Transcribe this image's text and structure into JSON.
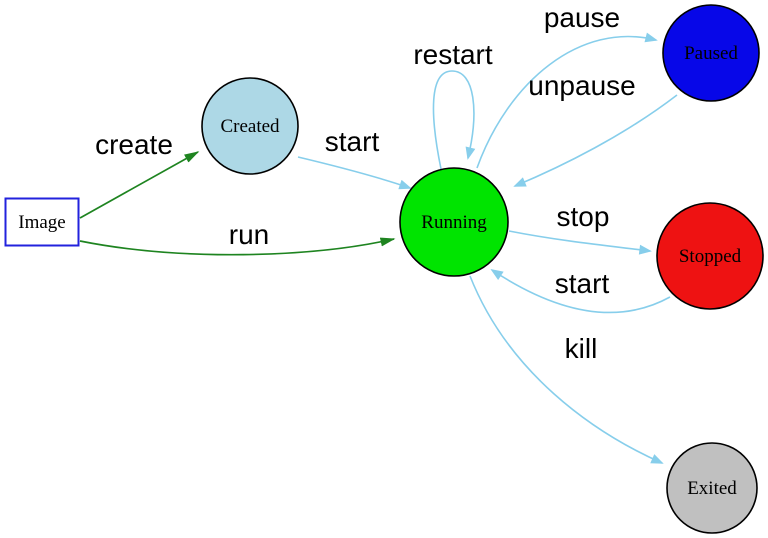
{
  "diagram": {
    "background": "#ffffff",
    "nodes": {
      "image": {
        "label": "Image",
        "shape": "box",
        "fill": "#ffffff",
        "stroke": "#2222dd"
      },
      "created": {
        "label": "Created",
        "shape": "circle",
        "fill": "#add8e6",
        "stroke": "#000000"
      },
      "running": {
        "label": "Running",
        "shape": "circle",
        "fill": "#00e400",
        "stroke": "#000000"
      },
      "paused": {
        "label": "Paused",
        "shape": "circle",
        "fill": "#0707e8",
        "stroke": "#000000"
      },
      "stopped": {
        "label": "Stopped",
        "shape": "circle",
        "fill": "#ee1212",
        "stroke": "#000000"
      },
      "exited": {
        "label": "Exited",
        "shape": "circle",
        "fill": "#c0c0c0",
        "stroke": "#000000"
      }
    },
    "edges": {
      "create": {
        "label": "create",
        "from": "image",
        "to": "created",
        "color": "#1e8420"
      },
      "run": {
        "label": "run",
        "from": "image",
        "to": "running",
        "color": "#1e8420"
      },
      "start_created": {
        "label": "start",
        "from": "created",
        "to": "running",
        "color": "#87ceeb"
      },
      "restart": {
        "label": "restart",
        "from": "running",
        "to": "running",
        "color": "#87ceeb"
      },
      "pause": {
        "label": "pause",
        "from": "running",
        "to": "paused",
        "color": "#87ceeb"
      },
      "unpause": {
        "label": "unpause",
        "from": "paused",
        "to": "running",
        "color": "#87ceeb"
      },
      "stop": {
        "label": "stop",
        "from": "running",
        "to": "stopped",
        "color": "#87ceeb"
      },
      "start_stopped": {
        "label": "start",
        "from": "stopped",
        "to": "running",
        "color": "#87ceeb"
      },
      "kill": {
        "label": "kill",
        "from": "running",
        "to": "exited",
        "color": "#87ceeb"
      }
    }
  }
}
